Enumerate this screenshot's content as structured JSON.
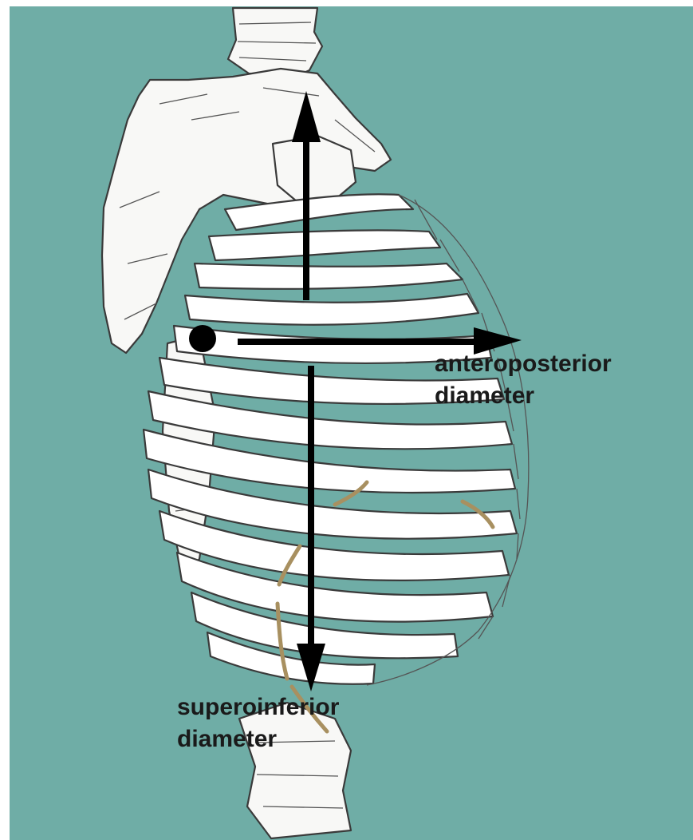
{
  "figure": {
    "labels": {
      "anteroposterior": [
        "anteroposterior",
        "diameter"
      ],
      "superoinferior": [
        "superoinferior",
        "diameter"
      ]
    },
    "colors": {
      "background": "#6fada6",
      "bone": "#ffffff",
      "outline": "#3a3a3a",
      "arrow": "#000000",
      "cartilage": "#a89060",
      "left_strip": "#ffffff"
    }
  }
}
